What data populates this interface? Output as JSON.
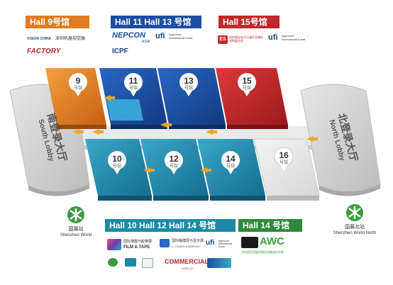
{
  "banners": {
    "hall9": "Hall 9号馆",
    "hall11_13": "Hall 11 Hall 13 号馆",
    "hall15": "Hall 15号馆",
    "hall10_12_14": "Hall 10  Hall 12 Hall 14 号馆",
    "hall14": "Hall 14 号馆"
  },
  "colors": {
    "hall9": "#e07b22",
    "hall11_13": "#1b4ea3",
    "hall15": "#c0282c",
    "hall10_12_14": "#1c8aa6",
    "hall14": "#2f8a3c",
    "hall16": "#e8e8e8",
    "lobby": "#d9d9d9",
    "arrow": "#f0a623"
  },
  "halls": [
    {
      "number": "9",
      "sub": "号馆"
    },
    {
      "number": "11",
      "sub": "号馆"
    },
    {
      "number": "13",
      "sub": "号馆"
    },
    {
      "number": "15",
      "sub": "号馆"
    },
    {
      "number": "10",
      "sub": "号馆"
    },
    {
      "number": "12",
      "sub": "号馆"
    },
    {
      "number": "14",
      "sub": "号馆"
    },
    {
      "number": "16",
      "sub": "号馆"
    }
  ],
  "lobbies": {
    "south_cn": "南登录大厅",
    "south_en": "South Lobby",
    "north_cn": "北登录大厅",
    "north_en": "North Lobby"
  },
  "stations": {
    "left_cn": "国展站",
    "left_en": "Shenzhen World",
    "right_cn": "国展北站",
    "right_en": "Shenzhen World North"
  },
  "logos": {
    "vision_china": "VISION CHINA",
    "vision_china_cn": "深圳机器视觉展",
    "factory": "FACTORY",
    "nepcon": "NEPCON",
    "nepcon_sub": "ASIA",
    "icpf": "ICPF",
    "ufi": "ufi",
    "ufi_note": "Approved International Event",
    "es": "ES",
    "es_cn": "深圳国际电子元器件及物料采购展览会",
    "film_tape_cn": "国际薄膜与胶带展",
    "film_tape": "FILM & TAPE",
    "touch_display_cn": "国际触摸屏与显示展",
    "touch_display": "C-TOUCH & DISPLAY",
    "commercial": "COMMERCIAL",
    "commercial_sub": "DISPLAY",
    "awc": "AWC",
    "awc_cn": "深圳国际智能终端先进制造技术展"
  }
}
